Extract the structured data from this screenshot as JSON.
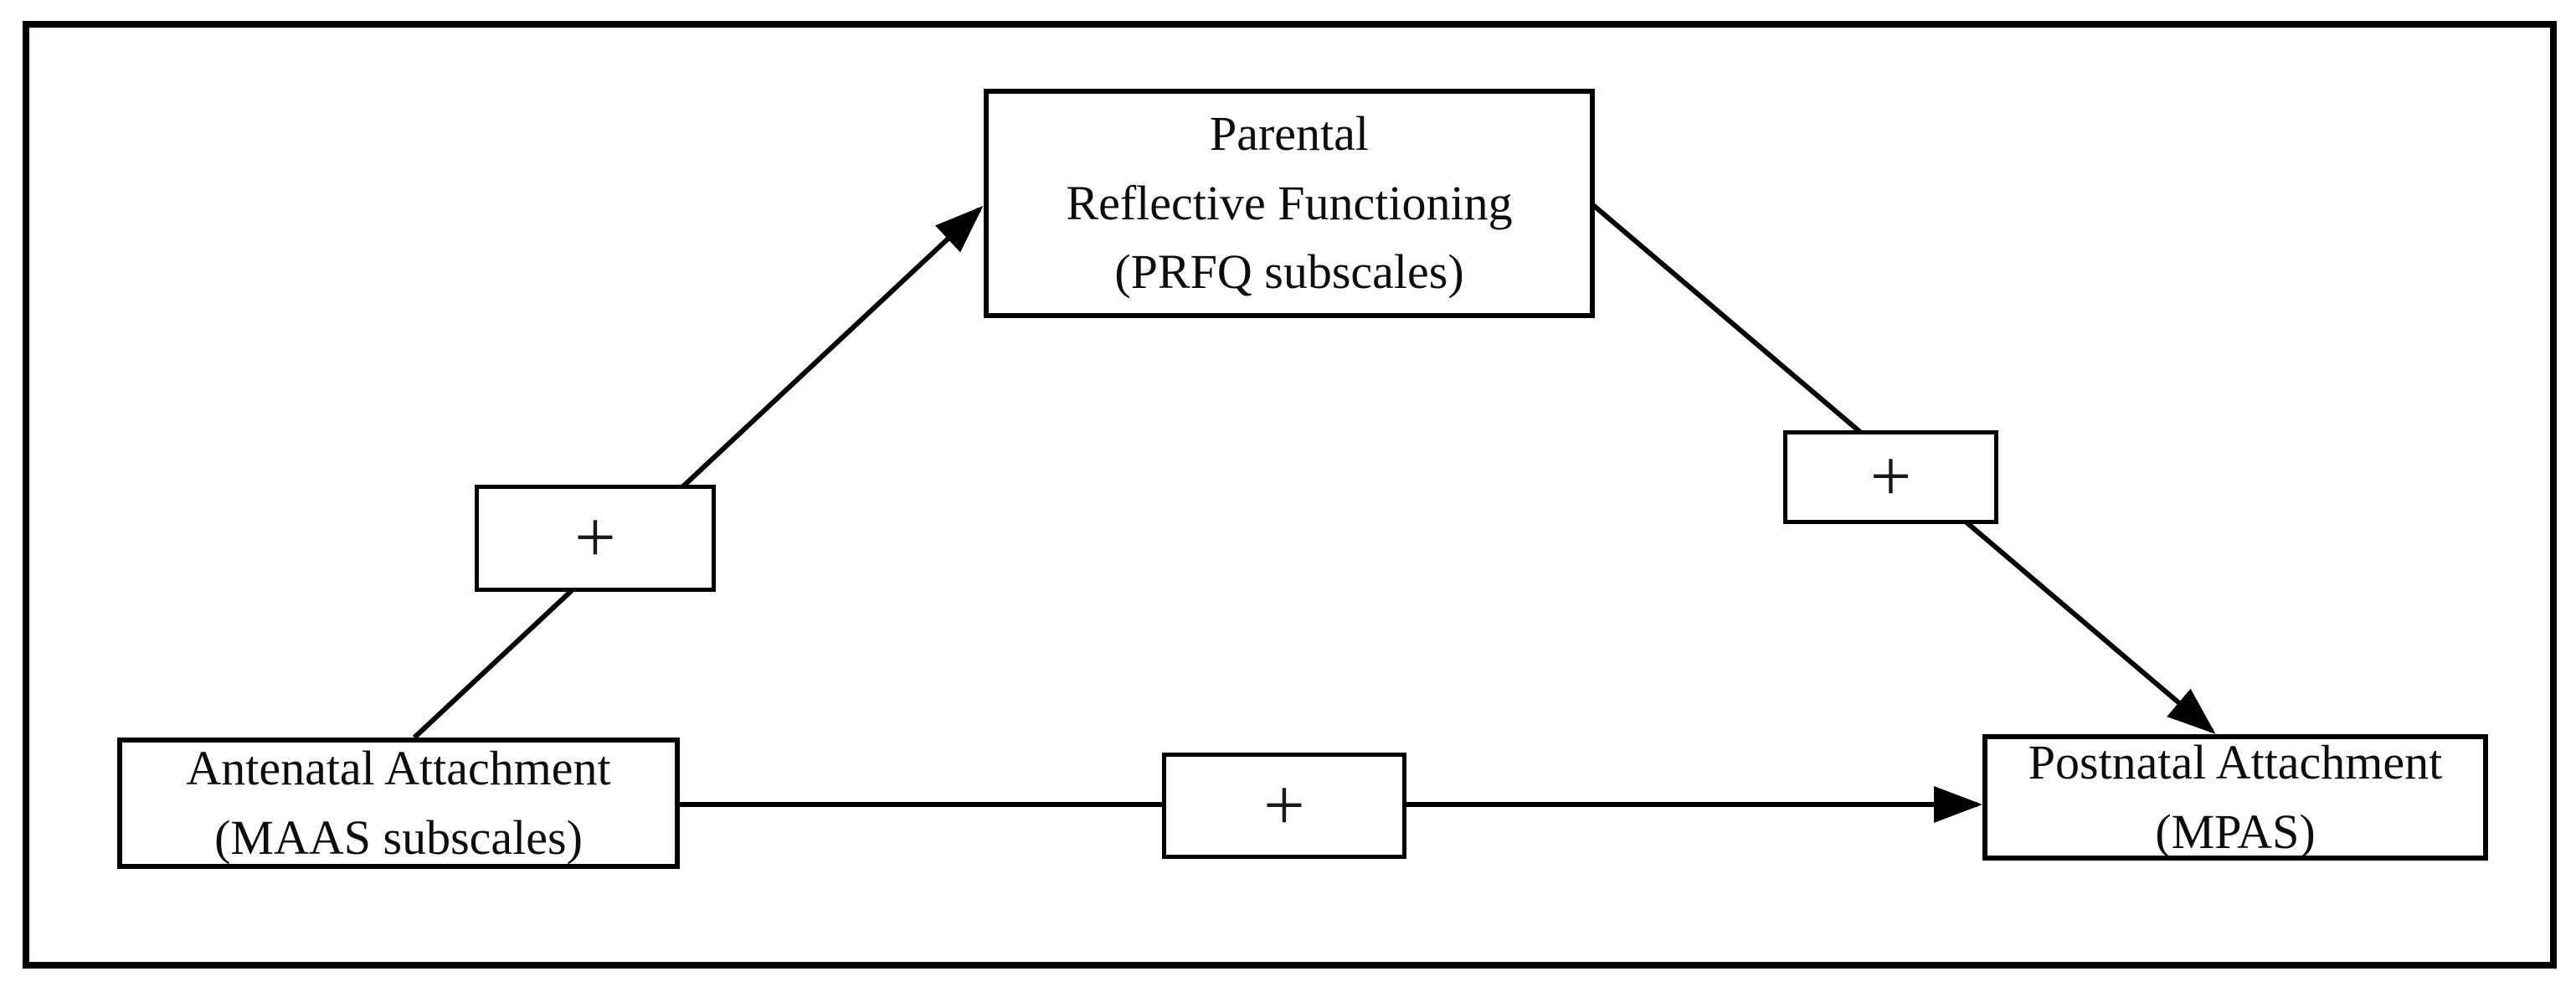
{
  "figure": {
    "type": "mediation-path-diagram",
    "colors": {
      "background": "#ffffff",
      "frame_border": "#000000",
      "box_border": "#000000",
      "line": "#000000",
      "text": "#0d0d0d"
    },
    "nodes": {
      "mediator": {
        "line1": "Parental",
        "line2": "Reflective Functioning",
        "line3": "(PRFQ subscales)"
      },
      "predictor": {
        "line1": "Antenatal Attachment",
        "line2": "(MAAS subscales)"
      },
      "outcome": {
        "line1": "Postnatal Attachment",
        "line2": "(MPAS)"
      }
    },
    "paths": {
      "predictor_to_mediator_sign": "+",
      "mediator_to_outcome_sign": "+",
      "predictor_to_outcome_sign": "+"
    }
  }
}
